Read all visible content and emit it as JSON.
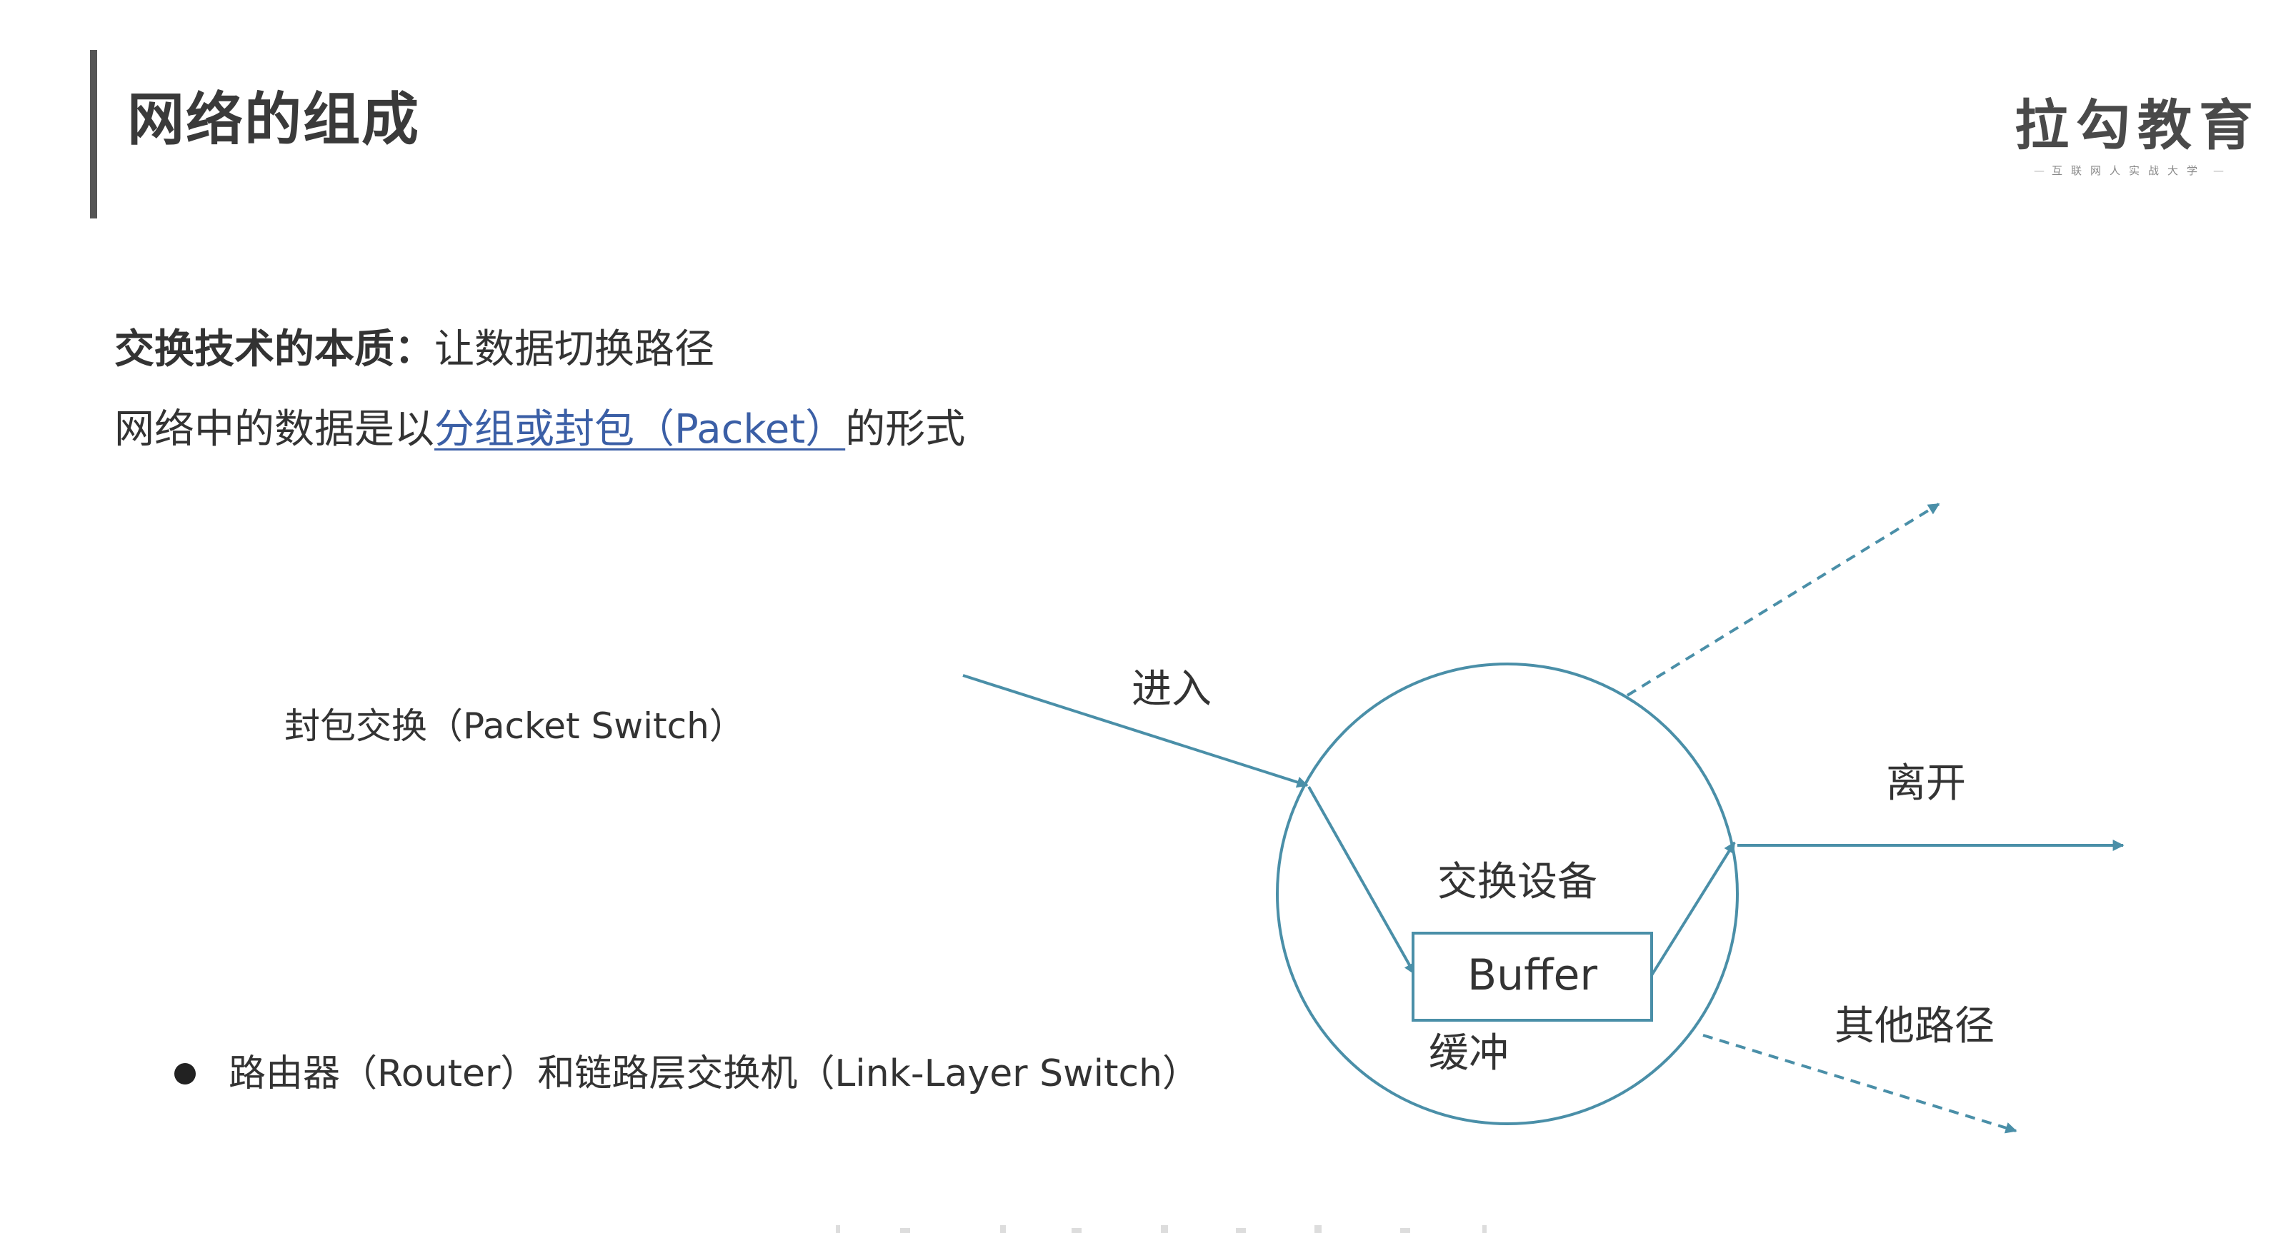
{
  "header": {
    "title": "网络的组成",
    "logo_main": "拉勾教育",
    "logo_sub": "互联网人实战大学"
  },
  "content": {
    "line1_bold": "交换技术的本质：",
    "line1_rest": "让数据切换路径",
    "line2_prefix": "网络中的数据是以",
    "line2_link": "分组或封包（Packet）",
    "line2_suffix": "的形式",
    "packet_switch_label": "封包交换（Packet Switch）",
    "bullet_text": "路由器（Router）和链路层交换机（Link-Layer Switch）"
  },
  "diagram": {
    "enter_label": "进入",
    "device_label": "交换设备",
    "buffer_label": "Buffer",
    "buffer_cn_label": "缓冲",
    "leave_label": "离开",
    "other_path_label": "其他路径",
    "line_color": "#4a8fa8"
  },
  "colors": {
    "title_bar": "#555555",
    "link": "#3b5fa6",
    "text": "#333333"
  }
}
